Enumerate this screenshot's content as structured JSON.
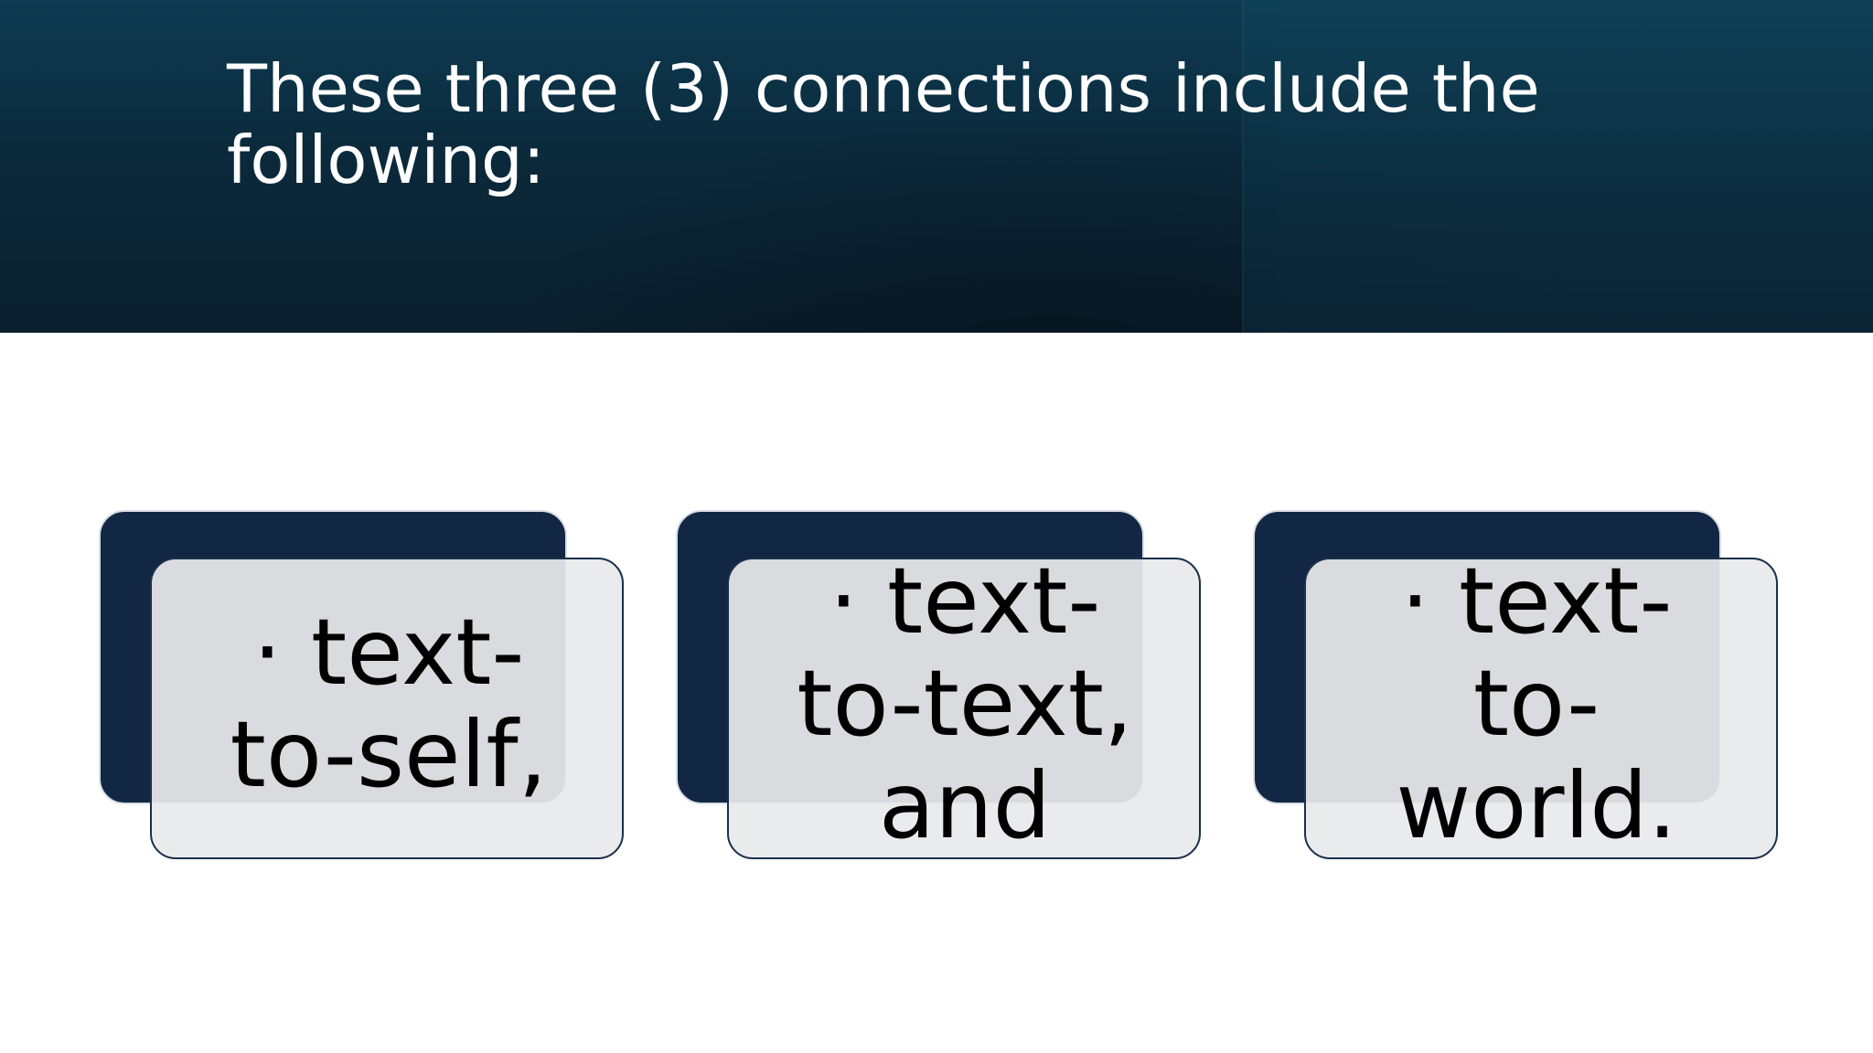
{
  "slide": {
    "title": "These three (3) connections include the\nfollowing:",
    "cards": [
      {
        "text": "· text-\nto-self,"
      },
      {
        "text": "· text-\nto-text,\nand"
      },
      {
        "text": "· text-\nto-\nworld."
      }
    ]
  },
  "colors": {
    "header_dark": "#0a1f2d",
    "header_teal": "#0e3b52",
    "card_back": "#112744",
    "card_front": "#e8e9eb",
    "card_border": "#1a2f4a",
    "title_text": "#ffffff",
    "card_text": "#000000"
  }
}
